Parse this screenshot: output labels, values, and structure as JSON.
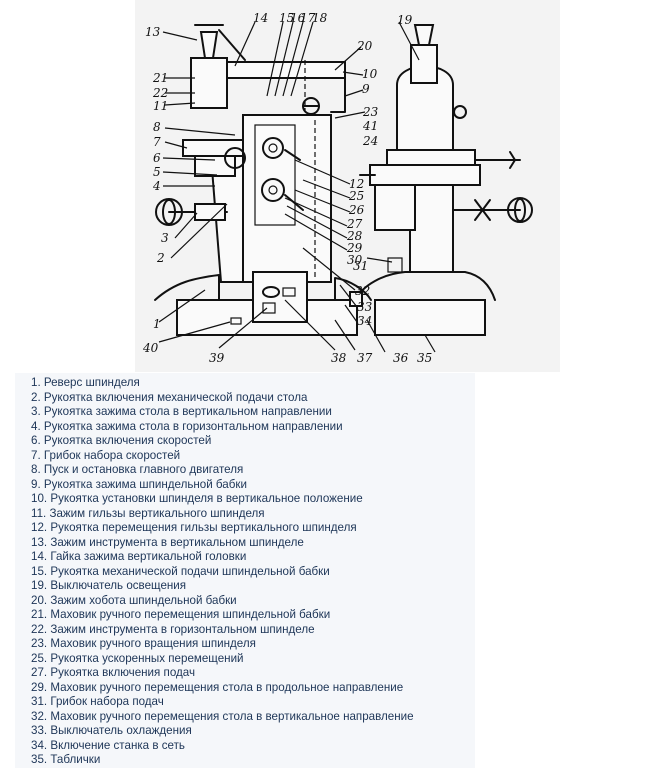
{
  "callouts": [
    "13",
    "14",
    "15",
    "16",
    "17",
    "18",
    "19",
    "20",
    "21",
    "22",
    "11",
    "10",
    "9",
    "23",
    "41",
    "24",
    "8",
    "7",
    "6",
    "5",
    "4",
    "12",
    "25",
    "26",
    "27",
    "3",
    "28",
    "29",
    "2",
    "30",
    "31",
    "32",
    "33",
    "1",
    "34",
    "40",
    "39",
    "38",
    "37",
    "36",
    "35"
  ],
  "legend": [
    "1. Реверс шпинделя",
    "2. Рукоятка включения механической подачи стола",
    "3. Рукоятка зажима стола в вертикальном направлении",
    "4. Рукоятка зажима стола в горизонтальном направлении",
    "6. Рукоятка включения скоростей",
    "7. Грибок набора скоростей",
    "8. Пуск и остановка главного двигателя",
    "9. Рукоятка зажима шпиндельной бабки",
    "10. Рукоятка установки шпинделя в вертикальное положение",
    "11. Зажим гильзы вертикального шпинделя",
    "12. Рукоятка перемещения гильзы вертикального шпинделя",
    "13. Зажим инструмента в вертикальном шпинделе",
    "14. Гайка зажима вертикальной головки",
    "15. Рукоятка механической подачи шпиндельной бабки",
    "19. Выключатель освещения",
    "20. Зажим хобота шпиндельной бабки",
    "21. Маховик ручного перемещения шпиндельной бабки",
    "22. Зажим инструмента в горизонтальном шпинделе",
    "23. Маховик ручного вращения шпинделя",
    "25. Рукоятка ускоренных перемещений",
    "27. Рукоятка включения подач",
    "29. Маховик ручного перемещения стола в продольное направление",
    "31. Грибок набора подач",
    "32. Маховик ручного перемещения стола в вертикальное направление",
    "33. Выключатель охлаждения",
    "34. Включение станка в сеть",
    "35. Таблички"
  ]
}
